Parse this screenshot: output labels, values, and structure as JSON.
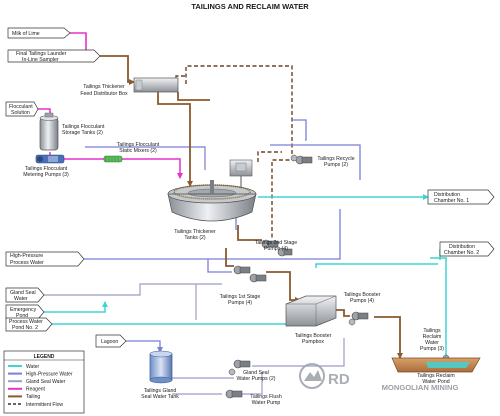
{
  "title": "TAILINGS AND RECLAIM WATER",
  "flags": {
    "milk_of_lime": "Milk of Lime",
    "launder_l1": "Final Tailings Launder",
    "launder_l2": "In-Line Sampler",
    "flocculant_l1": "Flocculant",
    "flocculant_l2": "Solution",
    "hp_water_l1": "High-Pressure",
    "hp_water_l2": "Process Water",
    "gland_l1": "Gland Seal",
    "gland_l2": "Water",
    "emergency_l1": "Emergency",
    "emergency_l2": "Pond",
    "pwp_l1": "Process Water",
    "pwp_l2": "Pond No. 2",
    "lagoon": "Lagoon",
    "dist1_l1": "Distribution",
    "dist1_l2": "Chamber No. 1",
    "dist2_l1": "Distribution",
    "dist2_l2": "Chamber No. 2"
  },
  "equipment": {
    "feed_box_l1": "Tailings Thickener",
    "feed_box_l2": "Feed Distributor Box",
    "floc_tanks_l1": "Tailings Flocculant",
    "floc_tanks_l2": "Storage Tanks (2)",
    "floc_pumps_l1": "Tailings Flocculant",
    "floc_pumps_l2": "Metering Pumps (3)",
    "static_mixers_l1": "Tailings Flocculant",
    "static_mixers_l2": "Static Mixers (2)",
    "recycle_l1": "Tailings Recycle",
    "recycle_l2": "Pumps (2)",
    "thickener_l1": "Tailings Thickener",
    "thickener_l2": "Tanks (2)",
    "stage2_l1": "Tailings 2nd Stage",
    "stage2_l2": "Pumps (4)",
    "stage1_l1": "Tailings 1st Stage",
    "stage1_l2": "Pumps (4)",
    "booster_box_l1": "Tailings Booster",
    "booster_box_l2": "Pumpbox",
    "booster_pumps_l1": "Tailings Booster",
    "booster_pumps_l2": "Pumps (4)",
    "reclaim_pumps_l1": "Tailings",
    "reclaim_pumps_l2": "Reclaim",
    "reclaim_pumps_l3": "Water",
    "reclaim_pumps_l4": "Pumps (3)",
    "reclaim_pond_l1": "Tailings Reclaim",
    "reclaim_pond_l2": "Water Pond",
    "gland_tank_l1": "Tailings Gland",
    "gland_tank_l2": "Seal Water Tank",
    "gland_pumps_l1": "Gland Seal",
    "gland_pumps_l2": "Water Pumps (2)",
    "flush_pump_l1": "Tailings Flush",
    "flush_pump_l2": "Water Pump"
  },
  "legend": {
    "title": "LEGEND",
    "items": [
      {
        "label": "Water",
        "color": "#3fd3d3",
        "dashed": false
      },
      {
        "label": "High-Pressure Water",
        "color": "#7b7fd6",
        "dashed": false
      },
      {
        "label": "Gland Seal Water",
        "color": "#9c9cc8",
        "dashed": false
      },
      {
        "label": "Reagent",
        "color": "#e632c8",
        "dashed": false
      },
      {
        "label": "Tailing",
        "color": "#8b5a2b",
        "dashed": false
      },
      {
        "label": "Intermittent Flow",
        "color": "#333333",
        "dashed": true
      }
    ]
  },
  "watermark": {
    "logo_text": "RD",
    "company": "MONGOLIAN MINING"
  },
  "colors": {
    "water": "#3fd3d3",
    "hp_water": "#7b7fd6",
    "gland": "#9c9cc8",
    "reagent": "#e632c8",
    "tailing": "#8b5a2b"
  }
}
